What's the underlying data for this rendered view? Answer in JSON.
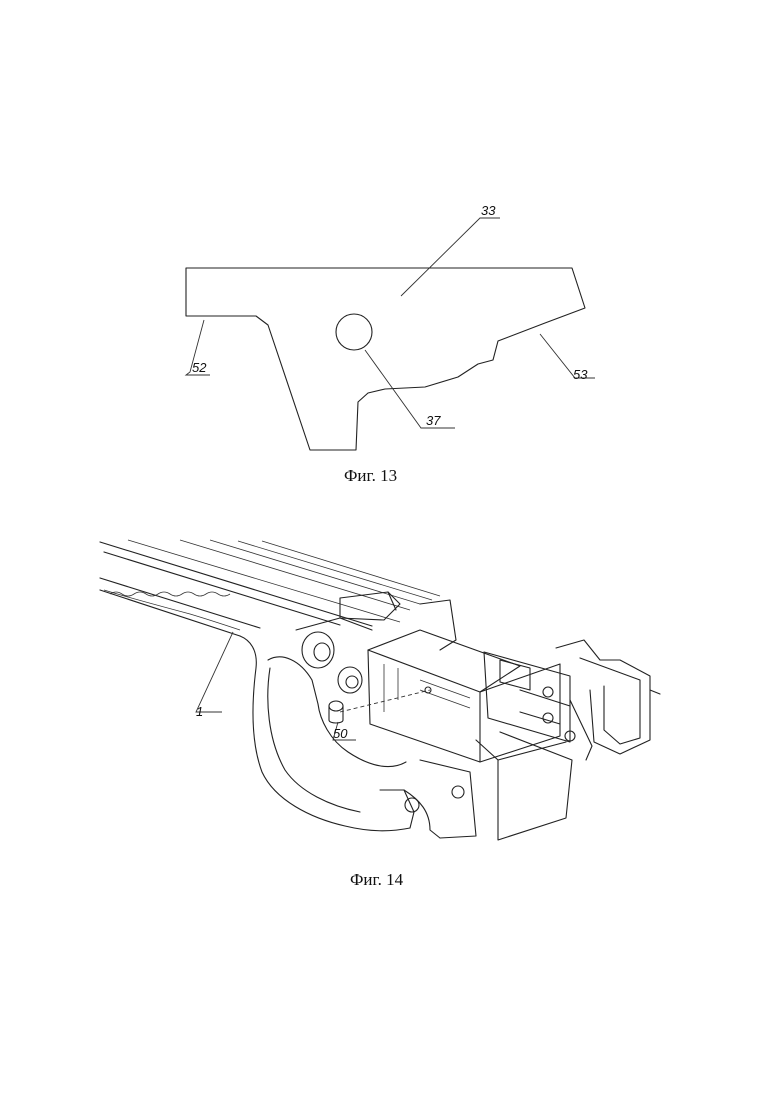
{
  "figure13": {
    "caption": "Фиг. 13",
    "labels": {
      "part": "33",
      "hole": "37",
      "left_edge": "52",
      "right_edge": "53"
    }
  },
  "figure14": {
    "caption": "Фиг. 14",
    "labels": {
      "frame": "1",
      "pin": "50"
    }
  }
}
